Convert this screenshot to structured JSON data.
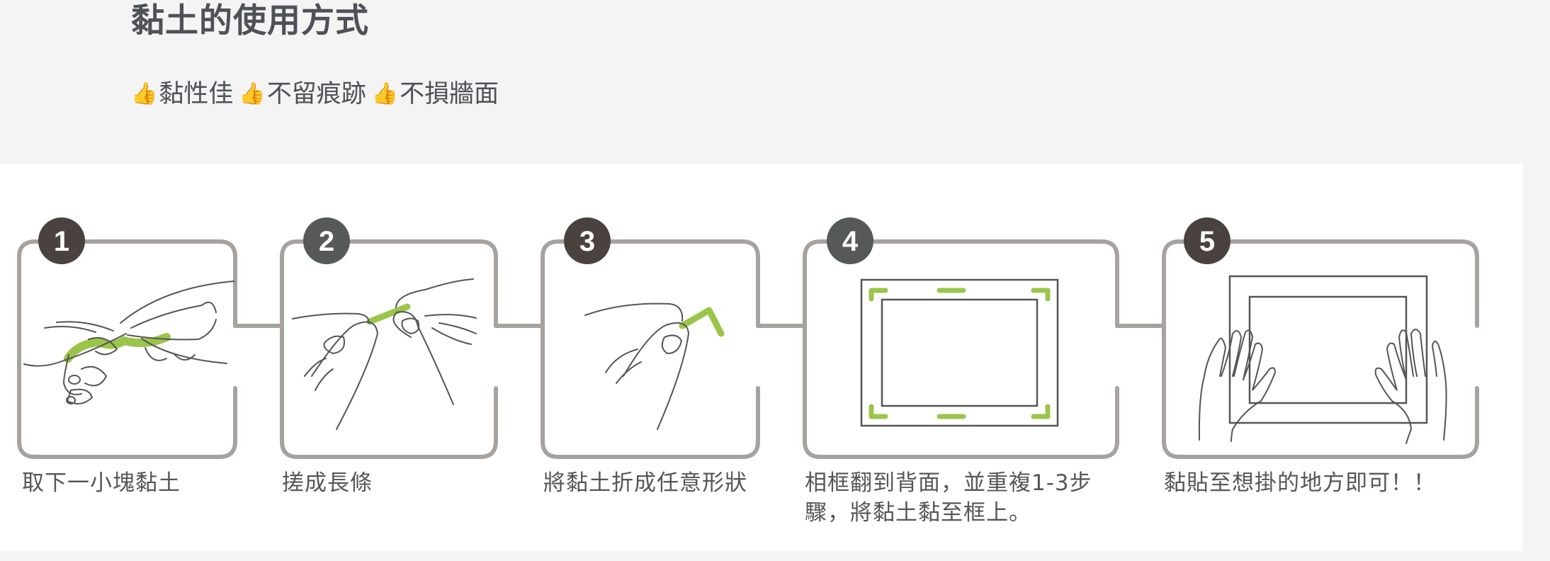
{
  "header": {
    "title": "黏土的使用方式",
    "features": [
      {
        "icon": "thumbs-up-icon",
        "glyph": "👍",
        "label": "黏性佳"
      },
      {
        "icon": "thumbs-up-icon",
        "glyph": "👍",
        "label": "不留痕跡"
      },
      {
        "icon": "thumbs-up-icon",
        "glyph": "👍",
        "label": "不損牆面"
      }
    ]
  },
  "steps": [
    {
      "number": "1",
      "caption": "取下一小塊黏土",
      "illustration": "hands-pinching-clay-icon"
    },
    {
      "number": "2",
      "caption": "搓成長條",
      "illustration": "fingers-rolling-clay-icon"
    },
    {
      "number": "3",
      "caption": "將黏土折成任意形狀",
      "illustration": "finger-bending-clay-icon"
    },
    {
      "number": "4",
      "caption_line1": "相框翻到背面，並重複1-3步",
      "caption_line2": "驟，將黏土黏至框上。",
      "illustration": "frame-back-with-clay-icon"
    },
    {
      "number": "5",
      "caption": "黏貼至想掛的地方即可！！",
      "illustration": "hands-pressing-frame-icon"
    }
  ],
  "colors": {
    "background": "#f4f4f4",
    "panel": "#ffffff",
    "box_stroke": "#a8a29e",
    "badge_dark": "#4a423e",
    "badge_gray": "#555a59",
    "clay_green": "#9bc54a",
    "line_art": "#555555",
    "text": "#4e5157"
  }
}
